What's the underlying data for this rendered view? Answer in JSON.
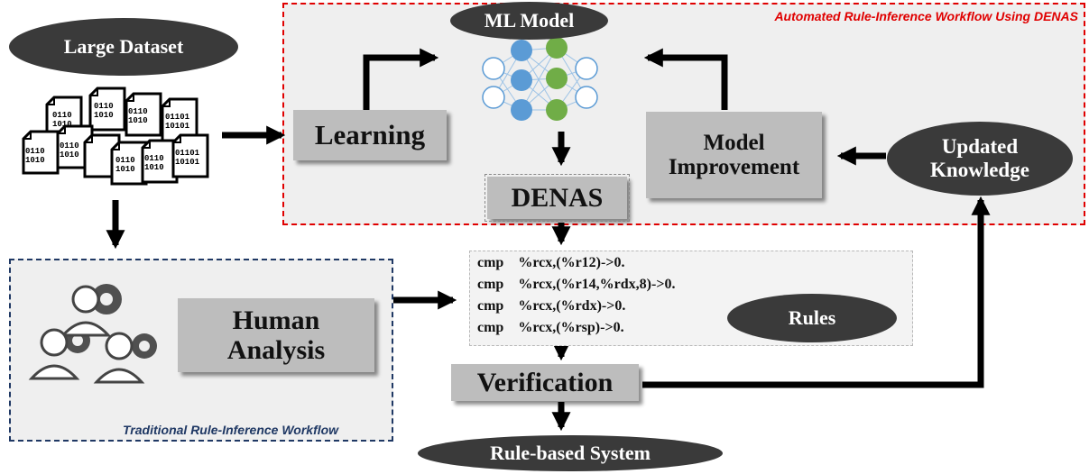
{
  "nodes": {
    "large_dataset": "Large Dataset",
    "ml_model": "ML Model",
    "learning": "Learning",
    "denas": "DENAS",
    "model_improvement_line1": "Model",
    "model_improvement_line2": "Improvement",
    "updated_knowledge_line1": "Updated",
    "updated_knowledge_line2": "Knowledge",
    "human_analysis_line1": "Human",
    "human_analysis_line2": "Analysis",
    "rules": "Rules",
    "verification": "Verification",
    "rule_based_system": "Rule-based System"
  },
  "frames": {
    "automated": "Automated Rule-Inference Workflow Using DENAS",
    "traditional": "Traditional Rule-Inference Workflow"
  },
  "rule_lines": [
    {
      "op": "cmp",
      "args": "%rcx,(%r12)->0."
    },
    {
      "op": "cmp",
      "args": "%rcx,(%r14,%rdx,8)->0."
    },
    {
      "op": "cmp",
      "args": "%rcx,(%rdx)->0."
    },
    {
      "op": "cmp",
      "args": "%rcx,(%rsp)->0."
    }
  ],
  "file_icon_text": {
    "line1": "0110",
    "line2": "1010",
    "alt1": "01101",
    "alt2": "10101"
  },
  "colors": {
    "automated_frame": "#e00000",
    "traditional_frame": "#1f3864",
    "box_fill": "#bdbdbd",
    "pill_fill": "#3a3a3a",
    "neuron_blue": "#5b9bd5",
    "neuron_green": "#70ad47"
  }
}
